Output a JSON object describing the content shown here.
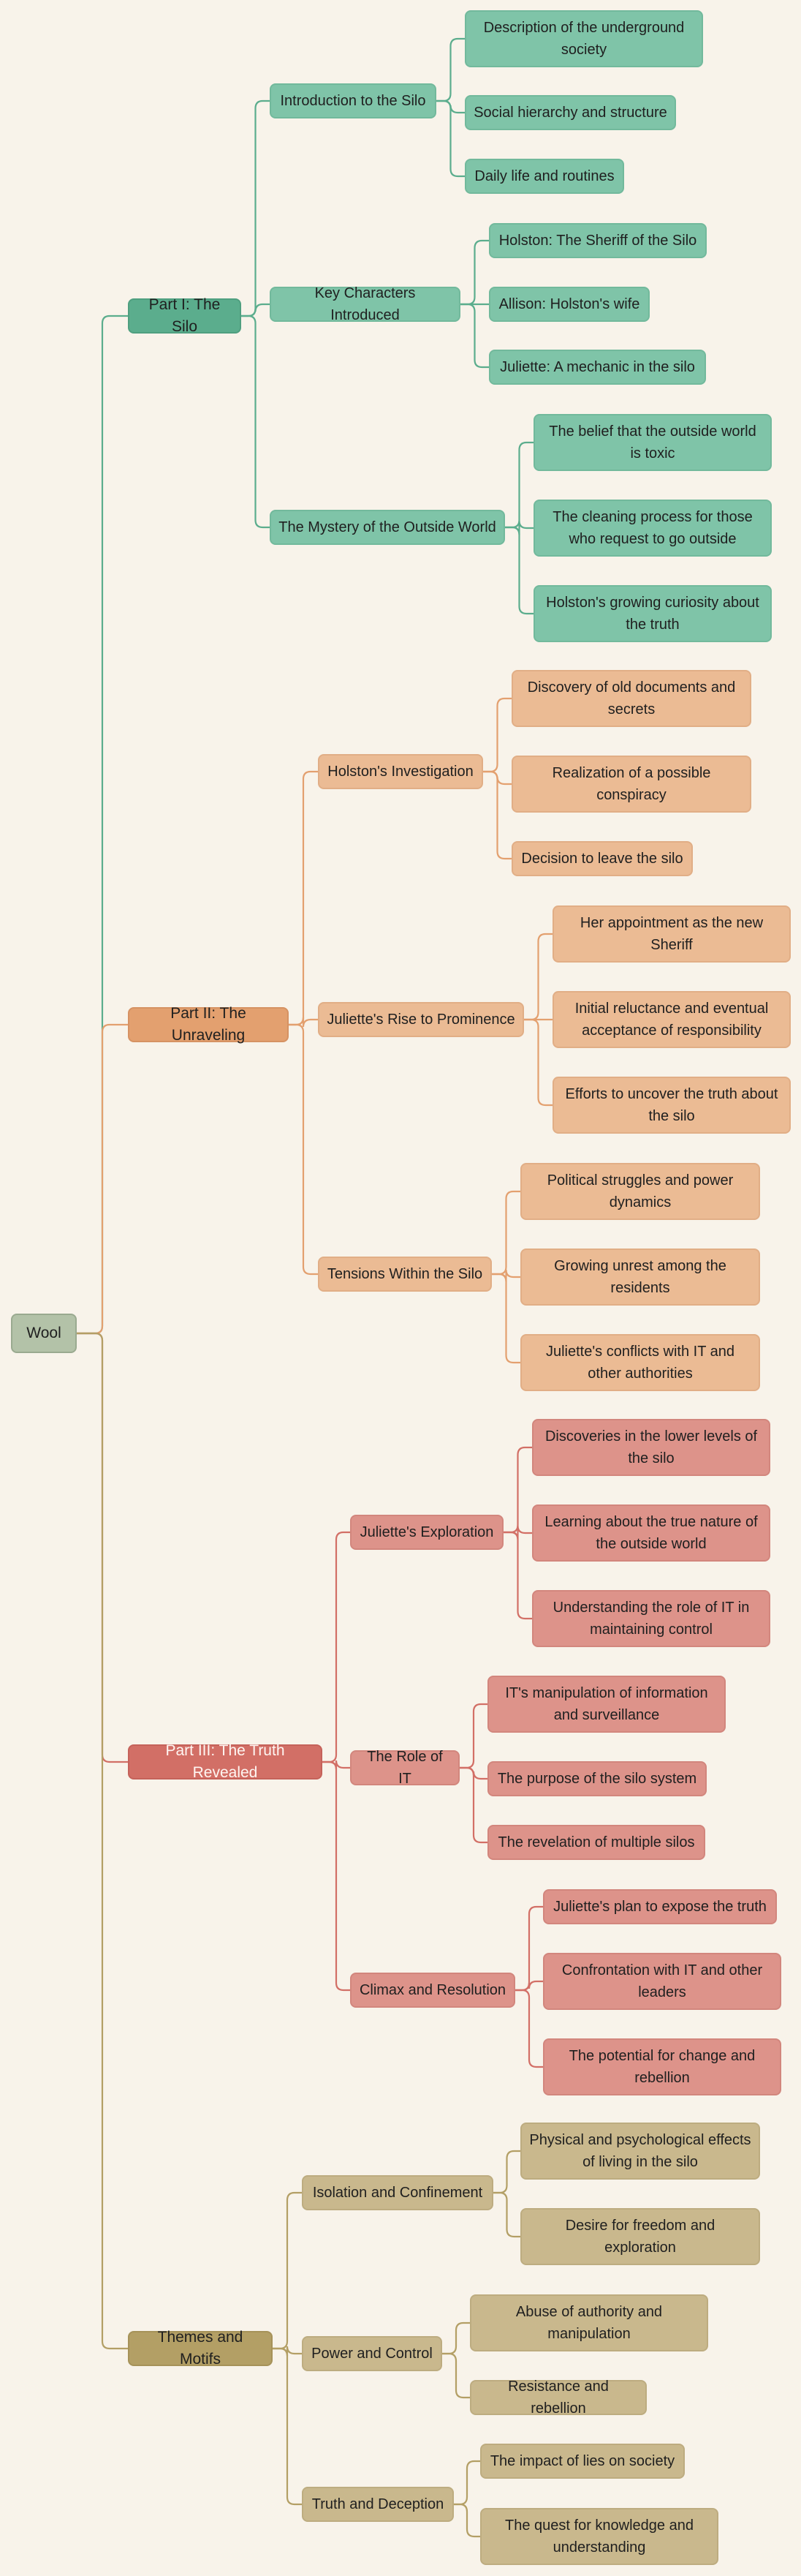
{
  "mindmap": {
    "root": "Wool",
    "sections": [
      {
        "label": "Part I: The Silo",
        "color": "#5bad8d",
        "children": [
          {
            "label": "Introduction to the Silo",
            "children": [
              "Description of the underground society",
              "Social hierarchy and structure",
              "Daily life and routines"
            ]
          },
          {
            "label": "Key Characters Introduced",
            "children": [
              "Holston: The Sheriff of the Silo",
              "Allison: Holston's wife",
              "Juliette: A mechanic in the silo"
            ]
          },
          {
            "label": "The Mystery of the Outside World",
            "children": [
              "The belief that the outside world is toxic",
              "The cleaning process for those who request to go outside",
              "Holston's growing curiosity about the truth"
            ]
          }
        ]
      },
      {
        "label": "Part II: The Unraveling",
        "color": "#e3a06f",
        "children": [
          {
            "label": "Holston's Investigation",
            "children": [
              "Discovery of old documents and secrets",
              "Realization of a possible conspiracy",
              "Decision to leave the silo"
            ]
          },
          {
            "label": "Juliette's Rise to Prominence",
            "children": [
              "Her appointment as the new Sheriff",
              "Initial reluctance and eventual acceptance of responsibility",
              "Efforts to uncover the truth about the silo"
            ]
          },
          {
            "label": "Tensions Within the Silo",
            "children": [
              "Political struggles and power dynamics",
              "Growing unrest among the residents",
              "Juliette's conflicts with IT and other authorities"
            ]
          }
        ]
      },
      {
        "label": "Part III: The Truth Revealed",
        "color": "#d26f66",
        "children": [
          {
            "label": "Juliette's Exploration",
            "children": [
              "Discoveries in the lower levels of the silo",
              "Learning about the true nature of the outside world",
              "Understanding the role of IT in maintaining control"
            ]
          },
          {
            "label": "The Role of IT",
            "children": [
              "IT's manipulation of information and surveillance",
              "The purpose of the silo system",
              "The revelation of multiple silos"
            ]
          },
          {
            "label": "Climax and Resolution",
            "children": [
              "Juliette's plan to expose the truth",
              "Confrontation with IT and other leaders",
              "The potential for change and rebellion"
            ]
          }
        ]
      },
      {
        "label": "Themes and Motifs",
        "color": "#b39f65",
        "children": [
          {
            "label": "Isolation and Confinement",
            "children": [
              "Physical and psychological effects of living in the silo",
              "Desire for freedom and exploration"
            ]
          },
          {
            "label": "Power and Control",
            "children": [
              "Abuse of authority and manipulation",
              "Resistance and rebellion"
            ]
          },
          {
            "label": "Truth and Deception",
            "children": [
              "The impact of lies on society",
              "The quest for knowledge and understanding"
            ]
          }
        ]
      }
    ]
  }
}
